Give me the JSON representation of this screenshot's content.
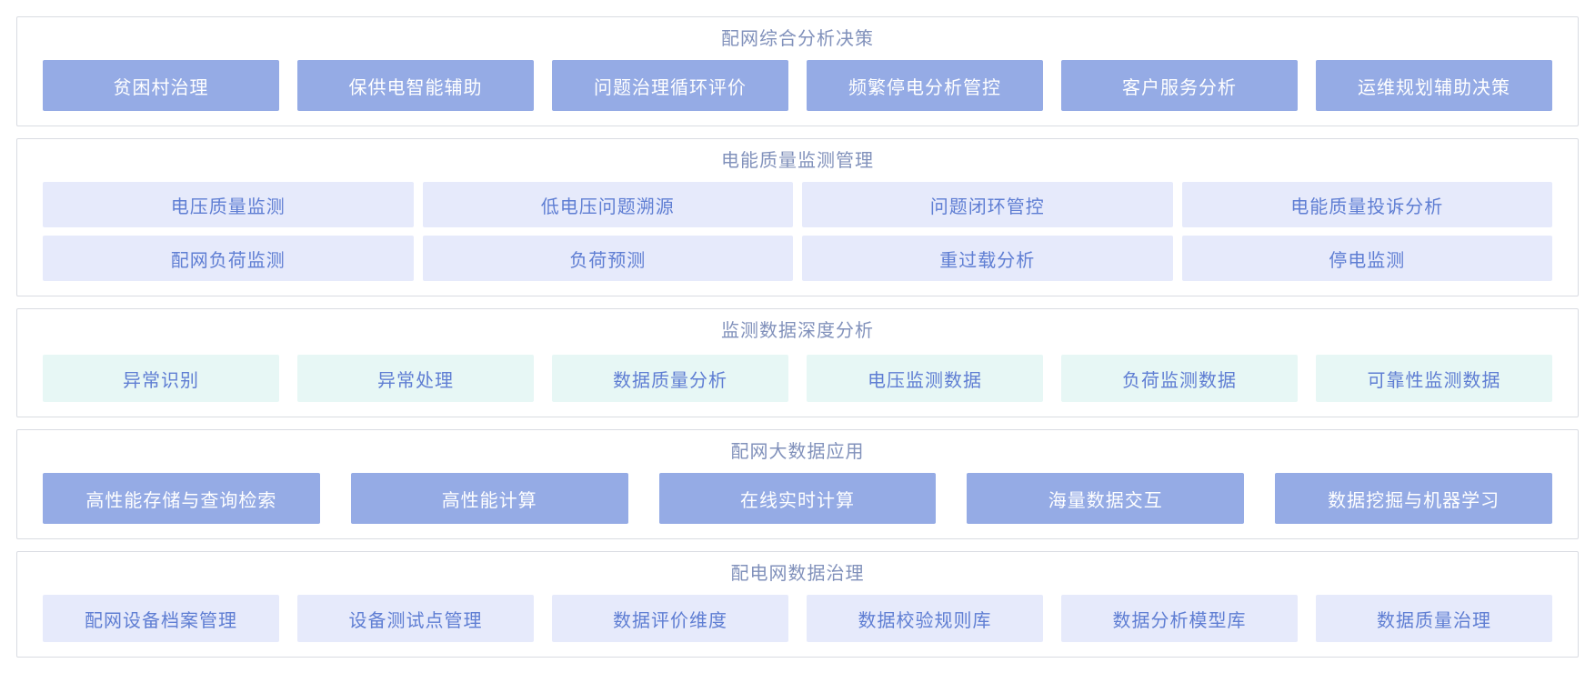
{
  "page": {
    "background": "#ffffff",
    "panel_border_color": "#d9dce2",
    "title_text_color": "#8191bb"
  },
  "tile_styles": {
    "solid": {
      "background": "#95abe5",
      "text": "#ffffff"
    },
    "lavender": {
      "background": "#e6eafb",
      "text": "#5f7ed3"
    },
    "mint": {
      "background": "#e7f7f5",
      "text": "#5f7ed3"
    }
  },
  "sections": [
    {
      "id": "distribution-analysis-decision",
      "title": "配网综合分析决策",
      "style": "solid",
      "rows": [
        [
          "贫困村治理",
          "保供电智能辅助",
          "问题治理循环评价",
          "频繁停电分析管控",
          "客户服务分析",
          "运维规划辅助决策"
        ]
      ]
    },
    {
      "id": "power-quality-monitoring",
      "title": "电能质量监测管理",
      "style": "lavender",
      "rows": [
        [
          "电压质量监测",
          "低电压问题溯源",
          "问题闭环管控",
          "电能质量投诉分析"
        ],
        [
          "配网负荷监测",
          "负荷预测",
          "重过载分析",
          "停电监测"
        ]
      ]
    },
    {
      "id": "monitoring-data-deep-analysis",
      "title": "监测数据深度分析",
      "style": "mint",
      "rows": [
        [
          "异常识别",
          "异常处理",
          "数据质量分析",
          "电压监测数据",
          "负荷监测数据",
          "可靠性监测数据"
        ]
      ]
    },
    {
      "id": "distribution-big-data-application",
      "title": "配网大数据应用",
      "style": "solid",
      "rows": [
        [
          "高性能存储与查询检索",
          "高性能计算",
          "在线实时计算",
          "海量数据交互",
          "数据挖掘与机器学习"
        ]
      ]
    },
    {
      "id": "distribution-data-governance",
      "title": "配电网数据治理",
      "style": "lavender",
      "rows": [
        [
          "配网设备档案管理",
          "设备测试点管理",
          "数据评价维度",
          "数据校验规则库",
          "数据分析模型库",
          "数据质量治理"
        ]
      ]
    }
  ]
}
